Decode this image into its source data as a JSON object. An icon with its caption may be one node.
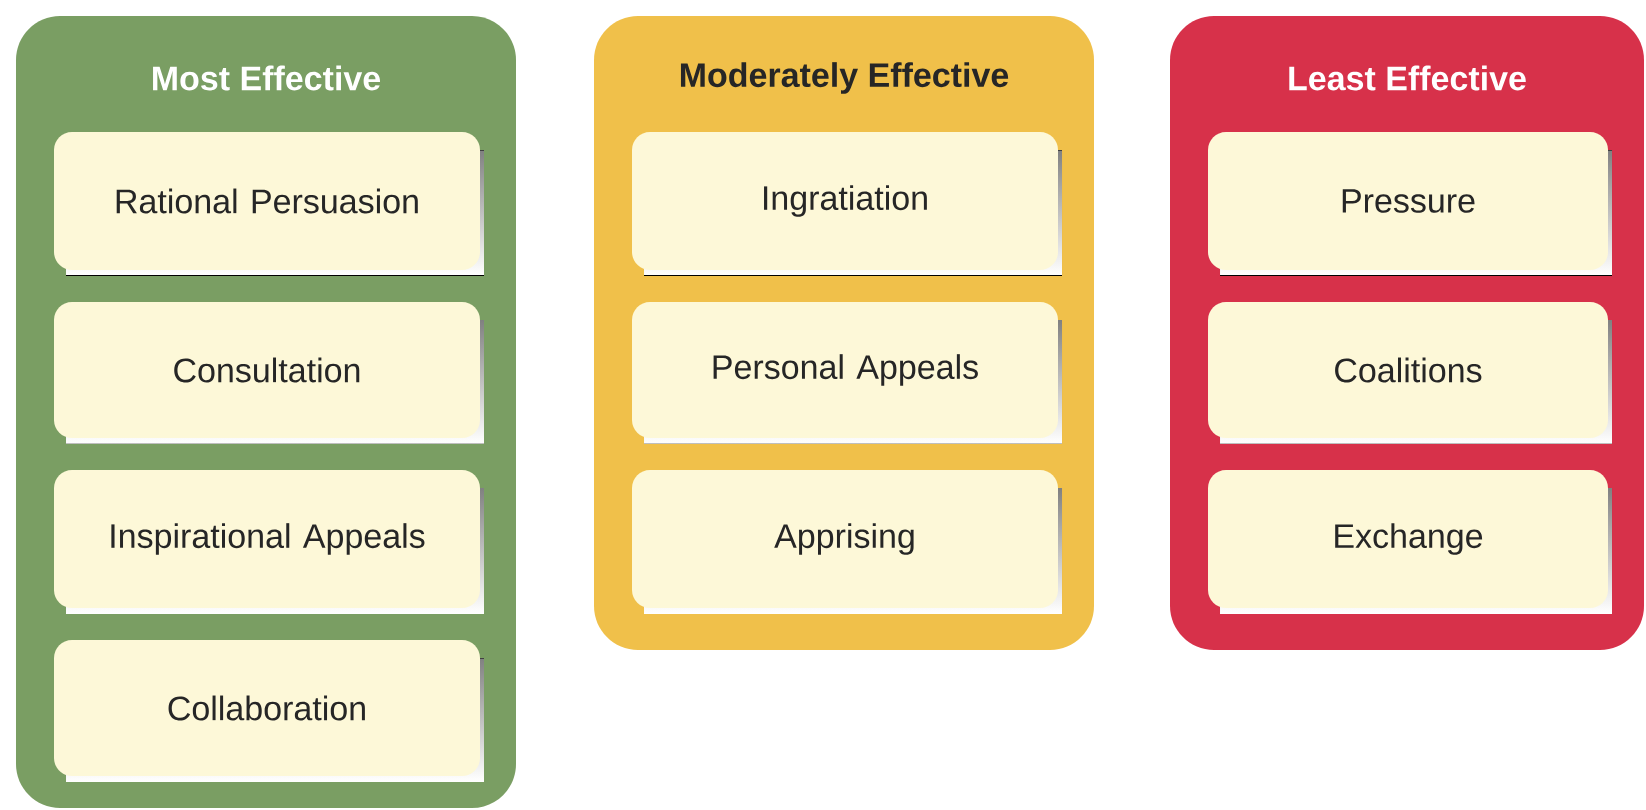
{
  "diagram": {
    "nodes": [
      {
        "text": [
          "Most Effective"
        ]
      },
      {
        "text": [
          "Rational Persuasion"
        ],
        "in": 0
      },
      {
        "text": [
          "Consultation"
        ],
        "in": 0
      },
      {
        "text": [
          "Inspirational Appeals"
        ],
        "in": 0
      },
      {
        "text": [
          "Collaboration"
        ],
        "in": 0
      },
      {
        "text": [
          "Moderately Effective"
        ]
      },
      {
        "text": [
          "Ingratiation"
        ],
        "in": 5
      },
      {
        "text": [
          "Personal Appeals"
        ],
        "in": 5
      },
      {
        "text": [
          "Apprising"
        ],
        "in": 5
      },
      {
        "text": [
          "Least Effective"
        ]
      },
      {
        "text": [
          "Pressure"
        ],
        "in": 9
      },
      {
        "text": [
          "Coalitions"
        ],
        "in": 9
      },
      {
        "text": [
          "Exchange"
        ],
        "in": 9
      }
    ]
  }
}
